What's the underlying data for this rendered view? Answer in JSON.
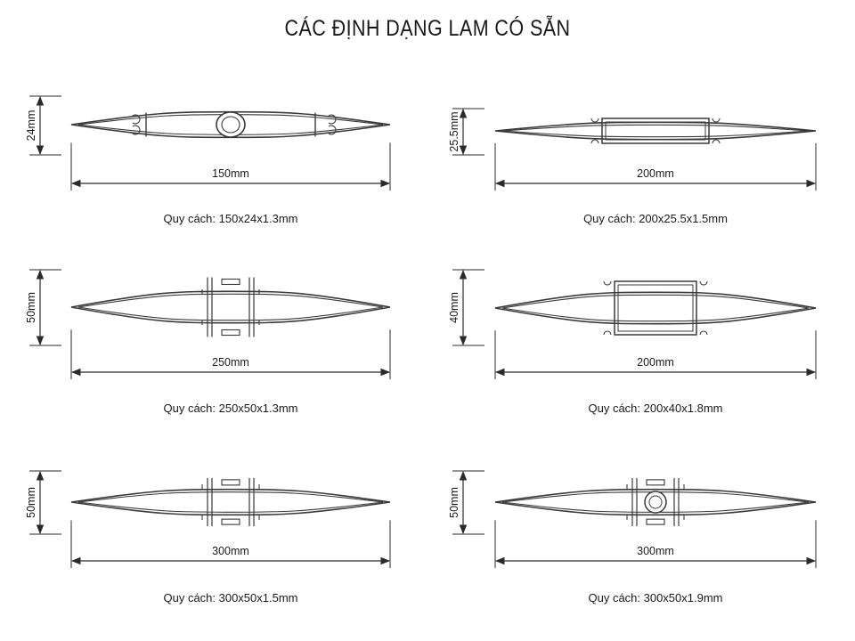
{
  "title": "CÁC ĐỊNH DẠNG LAM CÓ SẴN",
  "profiles": [
    {
      "width_label": "150mm",
      "height_label": "24mm",
      "spec_label": "Quy cách: 150x24x1.3mm",
      "core": "circle"
    },
    {
      "width_label": "200mm",
      "height_label": "25.5mm",
      "spec_label": "Quy cách: 200x25.5x1.5mm",
      "core": "box"
    },
    {
      "width_label": "250mm",
      "height_label": "50mm",
      "spec_label": "Quy cách: 250x50x1.3mm",
      "core": "channel"
    },
    {
      "width_label": "200mm",
      "height_label": "40mm",
      "spec_label": "Quy cách: 200x40x1.8mm",
      "core": "box"
    },
    {
      "width_label": "300mm",
      "height_label": "50mm",
      "spec_label": "Quy cách: 300x50x1.5mm",
      "core": "channel"
    },
    {
      "width_label": "300mm",
      "height_label": "50mm",
      "spec_label": "Quy cách: 300x50x1.9mm",
      "core": "channel-circle"
    }
  ],
  "colors": {
    "line": "#2a2a2a",
    "profile_stroke": "#3a3a3a",
    "profile_fill": "#ffffff",
    "background": "#ffffff"
  }
}
